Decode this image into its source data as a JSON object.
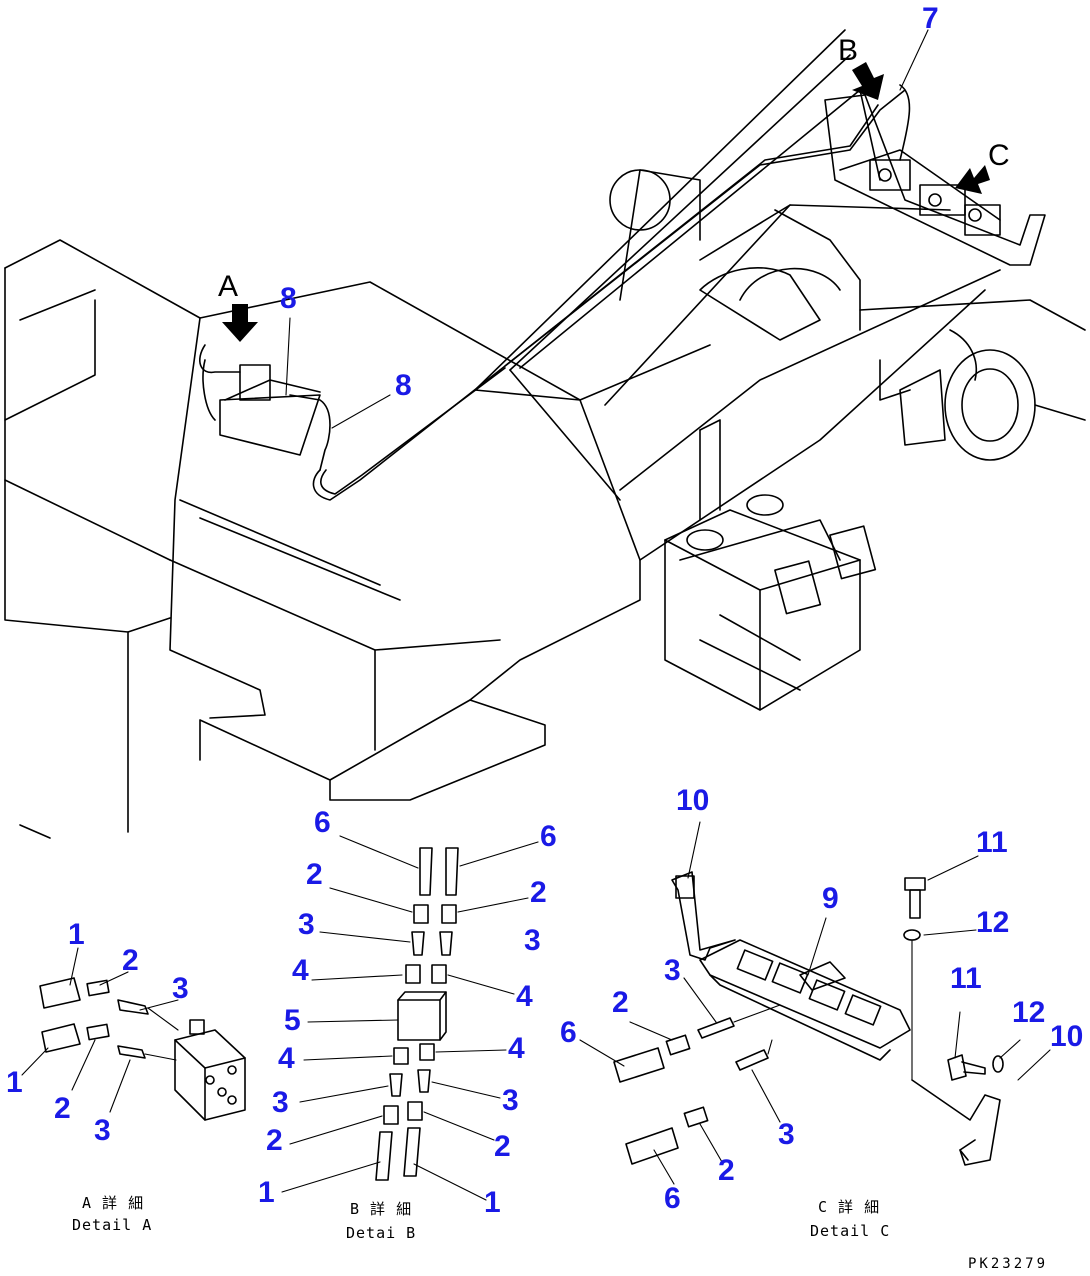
{
  "detail_labels": {
    "A": "A",
    "B": "B",
    "C": "C"
  },
  "captions": {
    "detail_a_line1": "A 詳 細",
    "detail_a_line2": "Detail A",
    "detail_b_line1": "B 詳 細",
    "detail_b_line2": "Detai B",
    "detail_c_line1": "C 詳 細",
    "detail_c_line2": "Detail C"
  },
  "drawing_code": "PK23279",
  "callouts": {
    "main": [
      "7",
      "8",
      "8"
    ],
    "detail_a": [
      "1",
      "2",
      "3",
      "1",
      "2",
      "3"
    ],
    "detail_b": [
      "6",
      "6",
      "2",
      "2",
      "3",
      "3",
      "4",
      "4",
      "5",
      "4",
      "4",
      "3",
      "3",
      "2",
      "2",
      "1",
      "1"
    ],
    "detail_c": [
      "10",
      "11",
      "9",
      "12",
      "3",
      "2",
      "6",
      "11",
      "12",
      "10",
      "3",
      "2",
      "6"
    ]
  },
  "colors": {
    "callout": "#1a1ae6",
    "line": "#000000",
    "background": "#ffffff"
  }
}
